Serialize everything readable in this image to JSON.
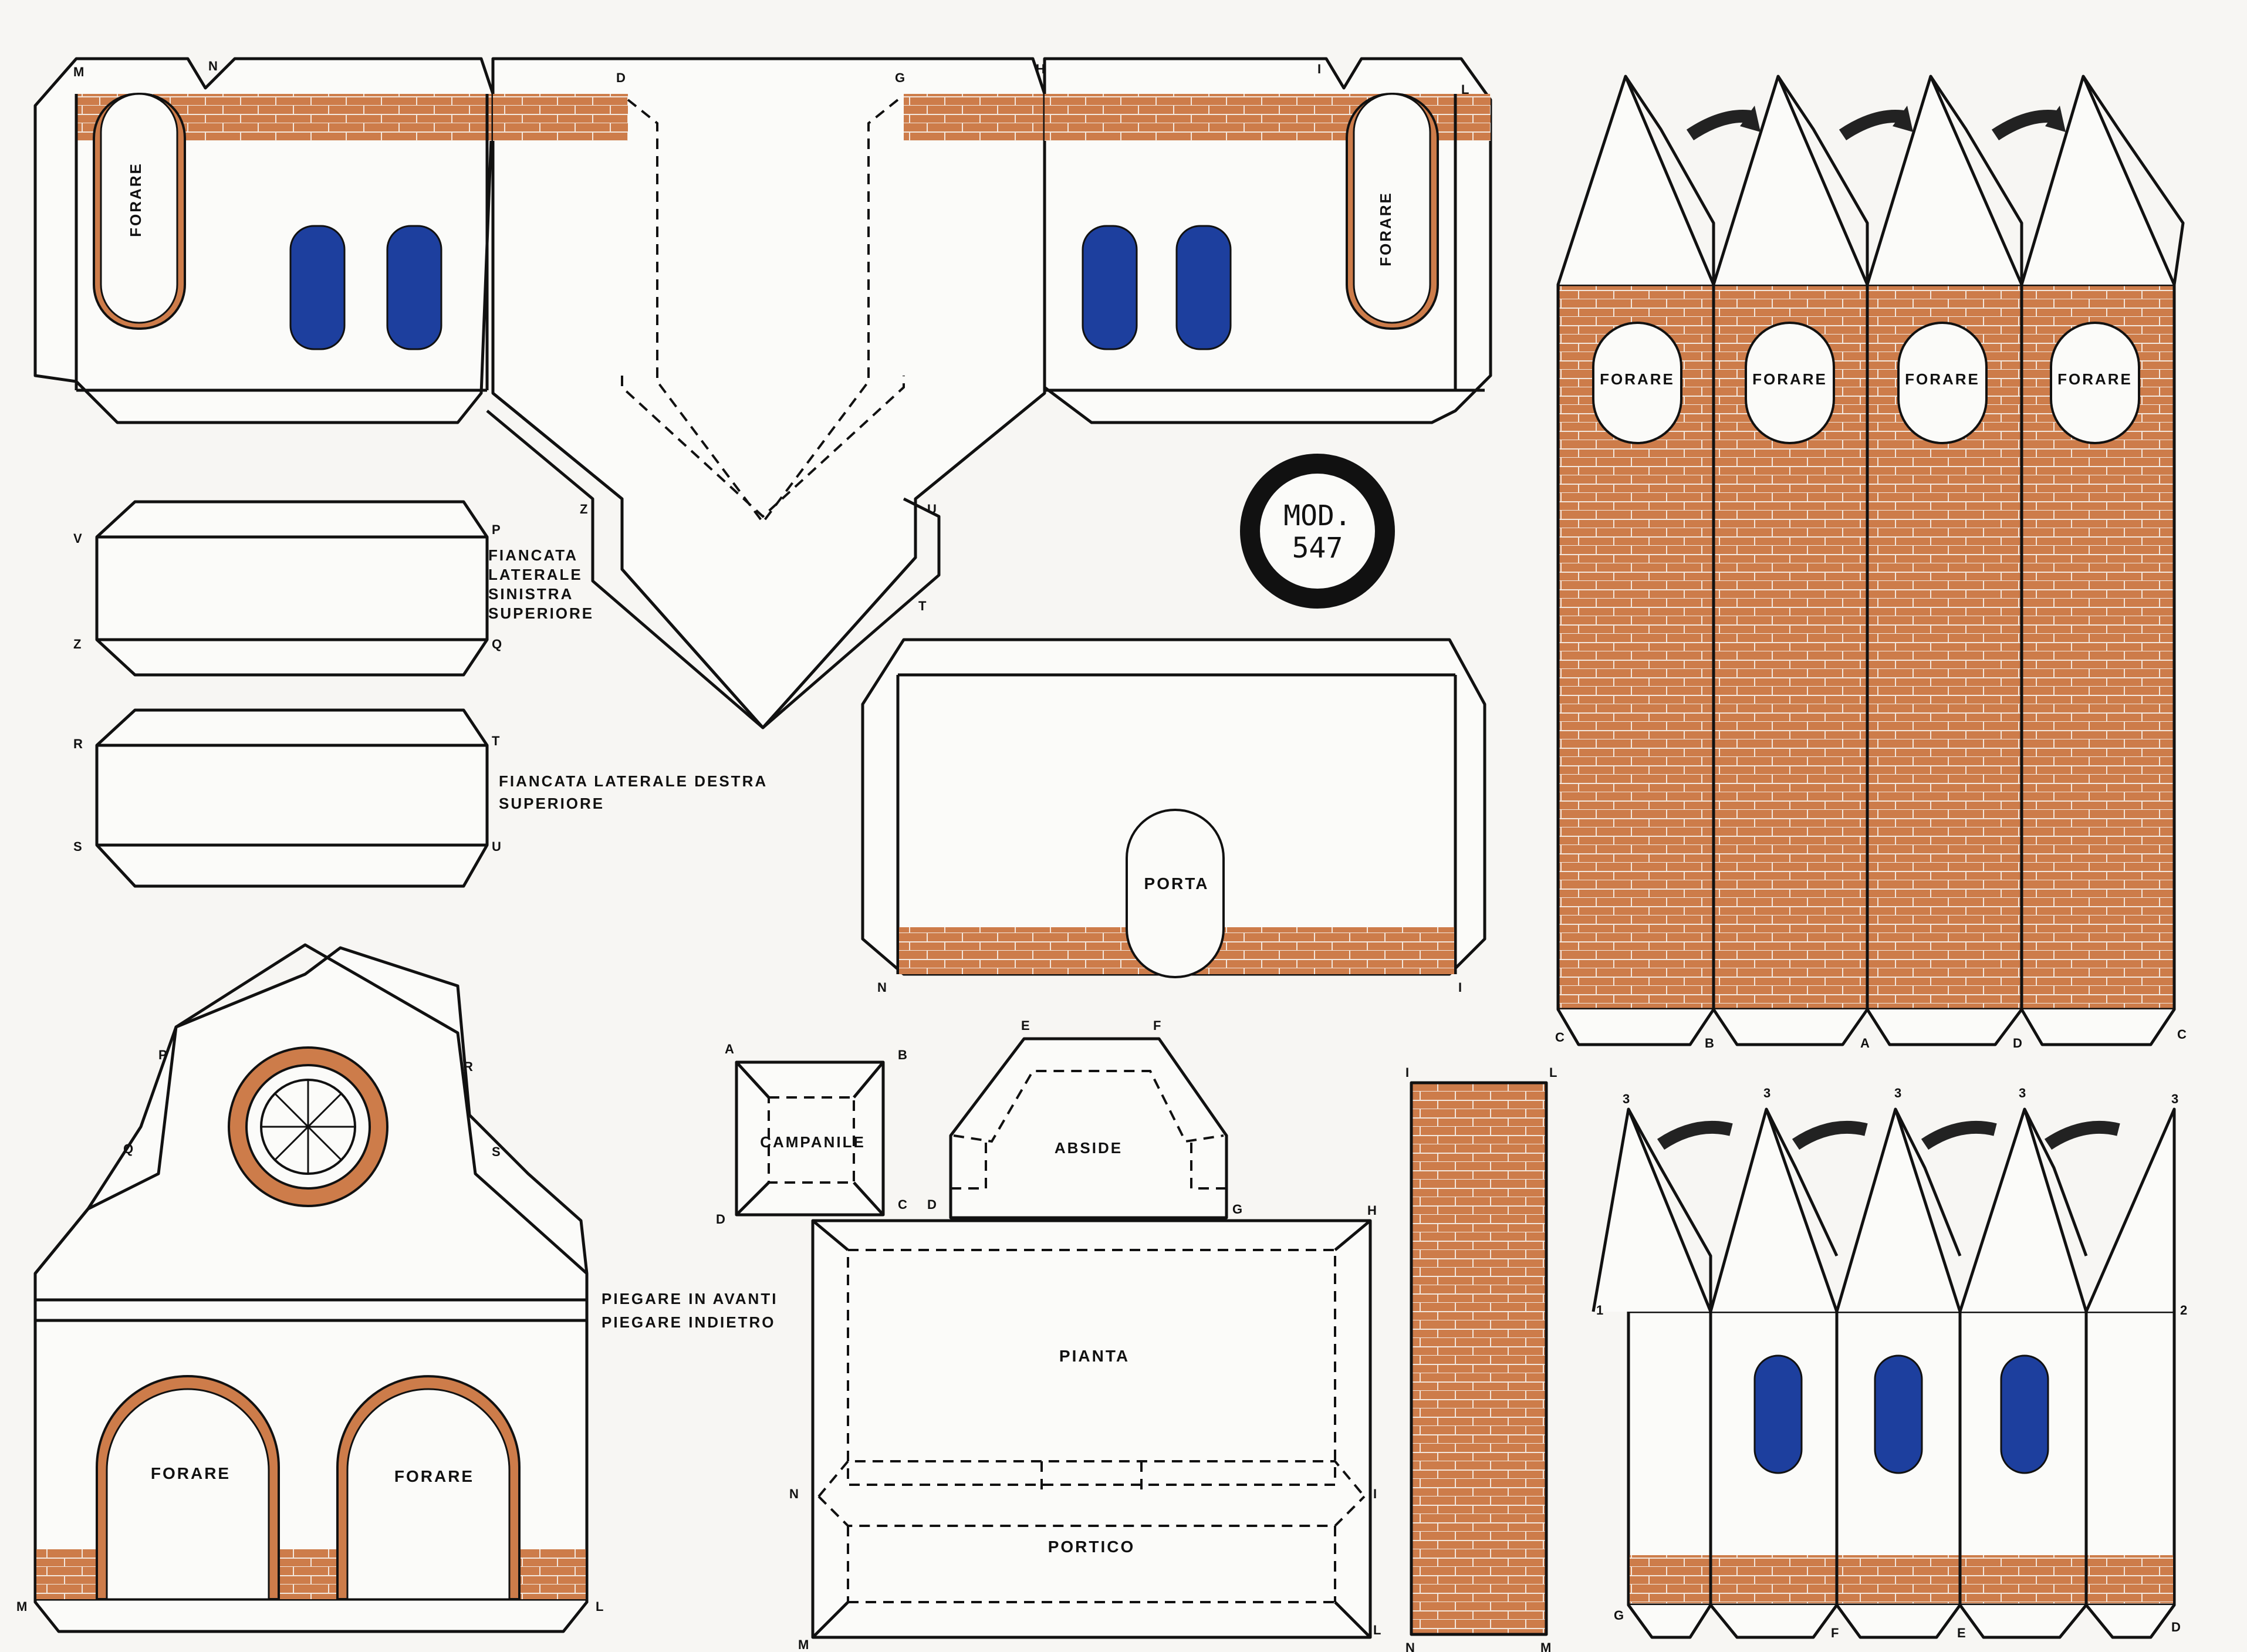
{
  "model": {
    "line1": "MOD.",
    "line2": "547"
  },
  "labels": {
    "forare": "FORARE",
    "porta": "PORTA",
    "campanile": "CAMPANILE",
    "abside": "ABSIDE",
    "pianta": "PIANTA",
    "portico": "PORTICO",
    "fiancata_sinistra": [
      "FIANCATA",
      "LATERALE",
      "SINISTRA",
      "SUPERIORE"
    ],
    "fiancata_destra": [
      "FIANCATA LATERALE DESTRA",
      "SUPERIORE"
    ],
    "piegare_avanti": "PIEGARE IN AVANTI",
    "piegare_indietro": "PIEGARE INDIETRO"
  },
  "letters": {
    "M": "M",
    "N": "N",
    "D": "D",
    "G": "G",
    "H": "H",
    "I": "I",
    "L": "L",
    "P": "P",
    "Q": "Q",
    "R": "R",
    "S": "S",
    "T": "T",
    "U": "U",
    "V": "V",
    "Z": "Z",
    "A": "A",
    "B": "B",
    "C": "C",
    "E": "E",
    "F": "F",
    "one": "1",
    "two": "2",
    "three": "3"
  },
  "colors": {
    "brick": "#cd7c4a",
    "mortar": "#f2e6dc",
    "window": "#1d3f9e",
    "line": "#111111",
    "paper": "#f7f6f3"
  }
}
